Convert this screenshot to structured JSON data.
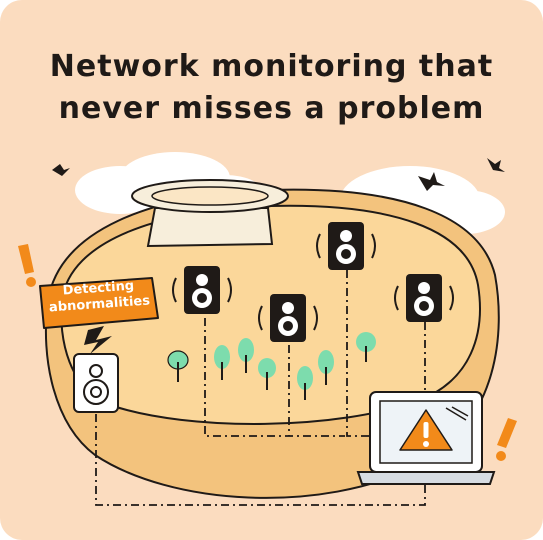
{
  "title": {
    "line1": "Network monitoring that",
    "line2": "never misses a problem"
  },
  "alert_badge": {
    "line1": "Detecting",
    "line2": "abnormalities"
  },
  "colors": {
    "background": "#fbdcbf",
    "island_top": "#fbd79a",
    "island_side": "#f3c37d",
    "accent_orange": "#f28a1a",
    "tree_green": "#7ddcad",
    "outline": "#1f1a17",
    "cloud": "#ffffff"
  },
  "icons": [
    "bird-icon",
    "cloud-icon",
    "speaker-device-icon",
    "tree-icon",
    "laptop-icon",
    "warning-icon",
    "exclamation-icon",
    "lightning-icon"
  ]
}
